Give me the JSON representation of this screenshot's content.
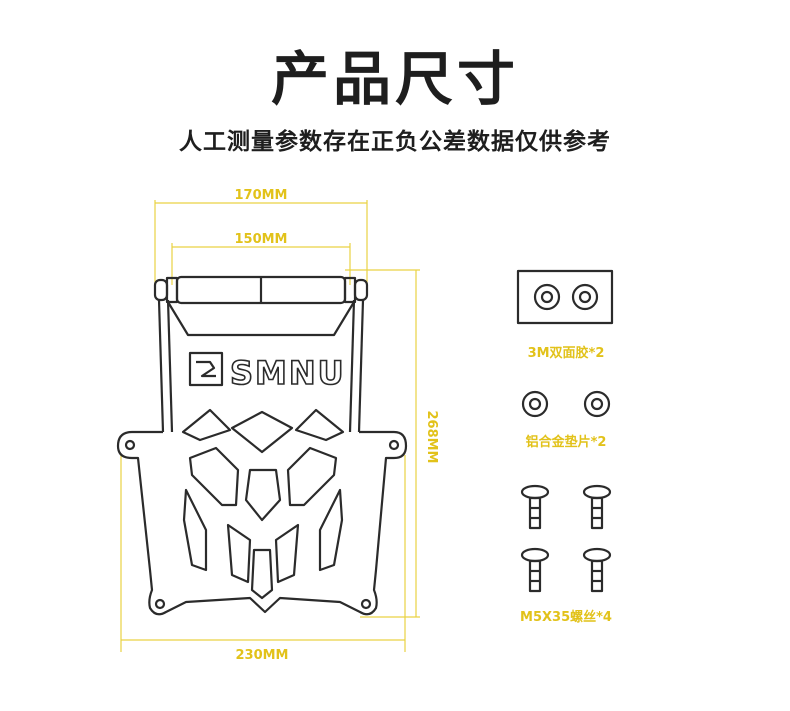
{
  "header": {
    "title": "产品尺寸",
    "subtitle": "人工测量参数存在正负公差数据仅供参考"
  },
  "dimensions": {
    "width_top": "170MM",
    "width_bar": "150MM",
    "height": "268MM",
    "width_bottom": "230MM"
  },
  "brand": {
    "logo_text": "SMNU"
  },
  "accessories": [
    {
      "label": "3M双面胶*2"
    },
    {
      "label": "铝合金垫片*2"
    },
    {
      "label": "M5X35螺丝*4"
    }
  ],
  "colors": {
    "accent": "#e2c21a",
    "line": "#2b2b2b",
    "text": "#1e1e1e"
  }
}
